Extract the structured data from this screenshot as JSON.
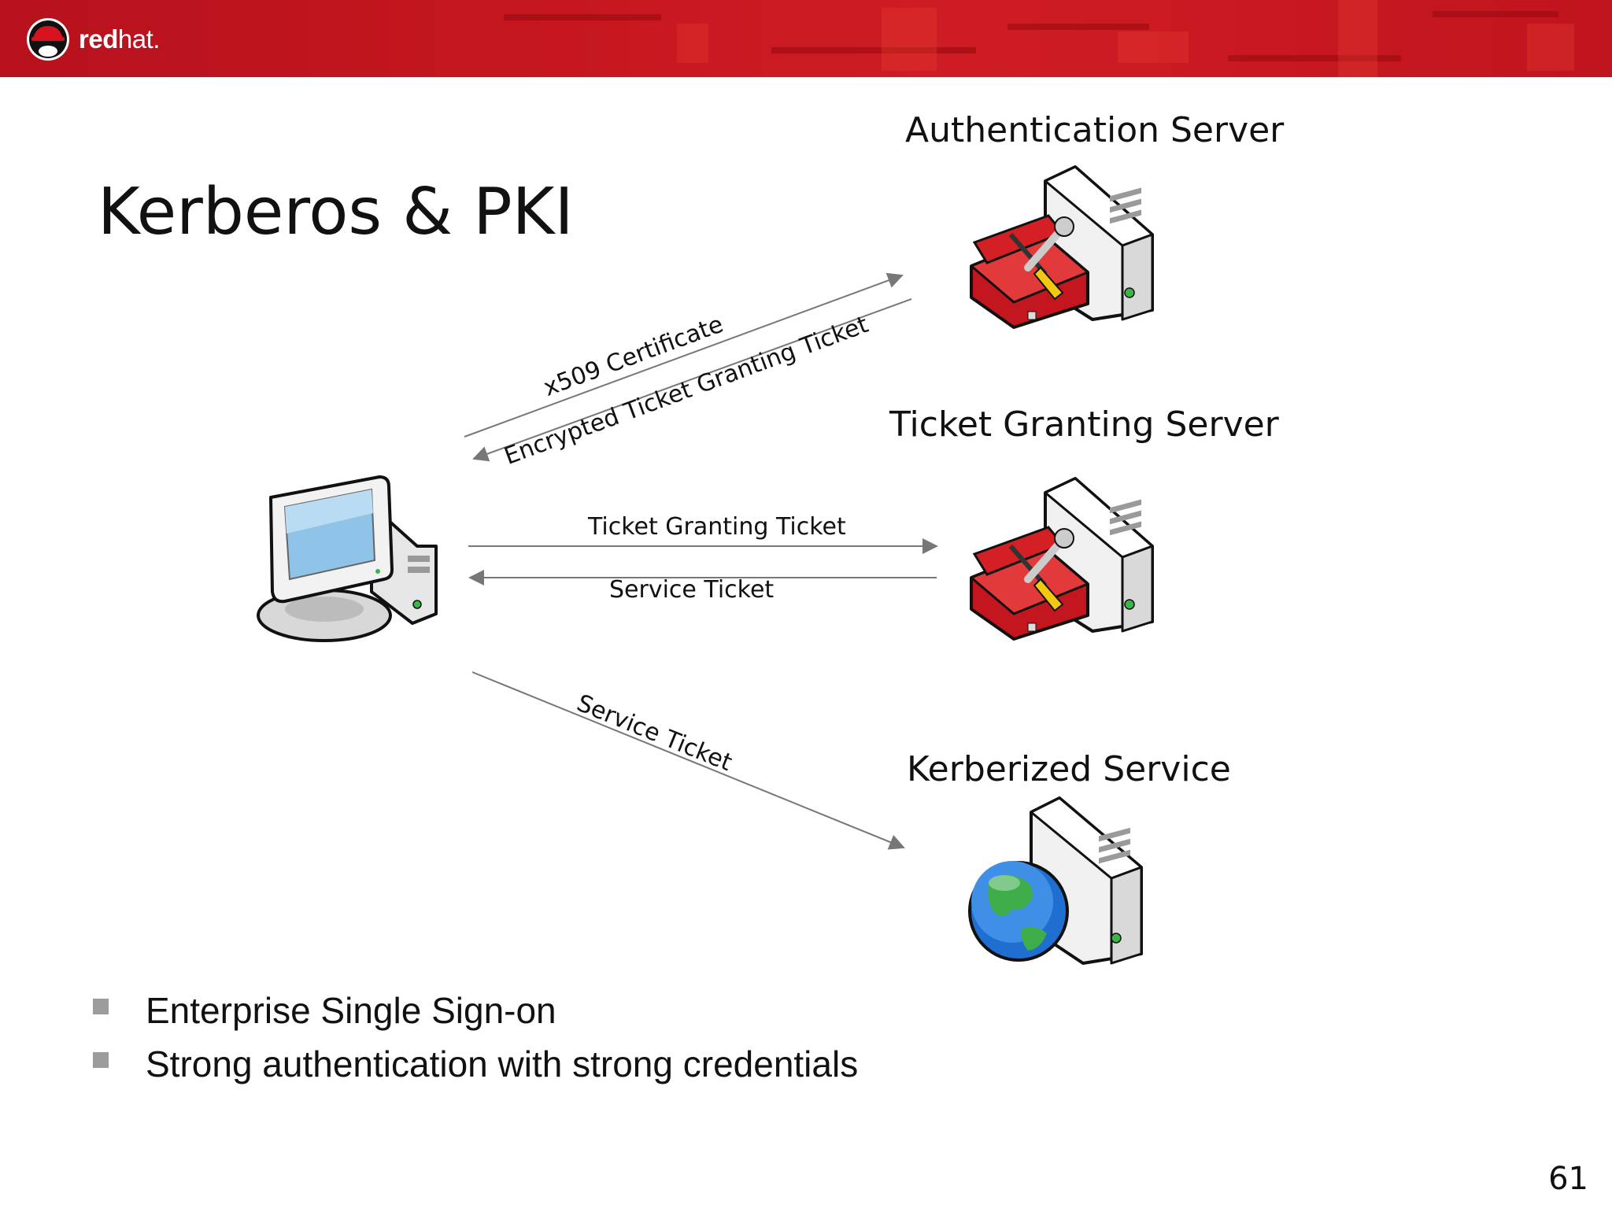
{
  "header": {
    "logo": {
      "bold": "red",
      "light": "hat."
    }
  },
  "title": "Kerberos & PKI",
  "nodes": {
    "auth_server": "Authentication Server",
    "tgs": "Ticket Granting Server",
    "kerberized_service": "Kerberized Service"
  },
  "edges": {
    "x509": "x509 Certificate",
    "encrypted_tgt": "Encrypted Ticket Granting Ticket",
    "tgt": "Ticket Granting Ticket",
    "service_ticket_back": "Service Ticket",
    "service_ticket_to_service": "Service Ticket"
  },
  "icons": {
    "client": "desktop-computer-icon",
    "auth_server": "toolbox-server-icon",
    "tgs": "toolbox-server-icon",
    "service": "globe-server-icon"
  },
  "bullets": [
    "Enterprise Single Sign-on",
    "Strong authentication with strong credentials"
  ],
  "page_number": "61",
  "colors": {
    "header": "#c4161f",
    "arrow": "#777777"
  }
}
